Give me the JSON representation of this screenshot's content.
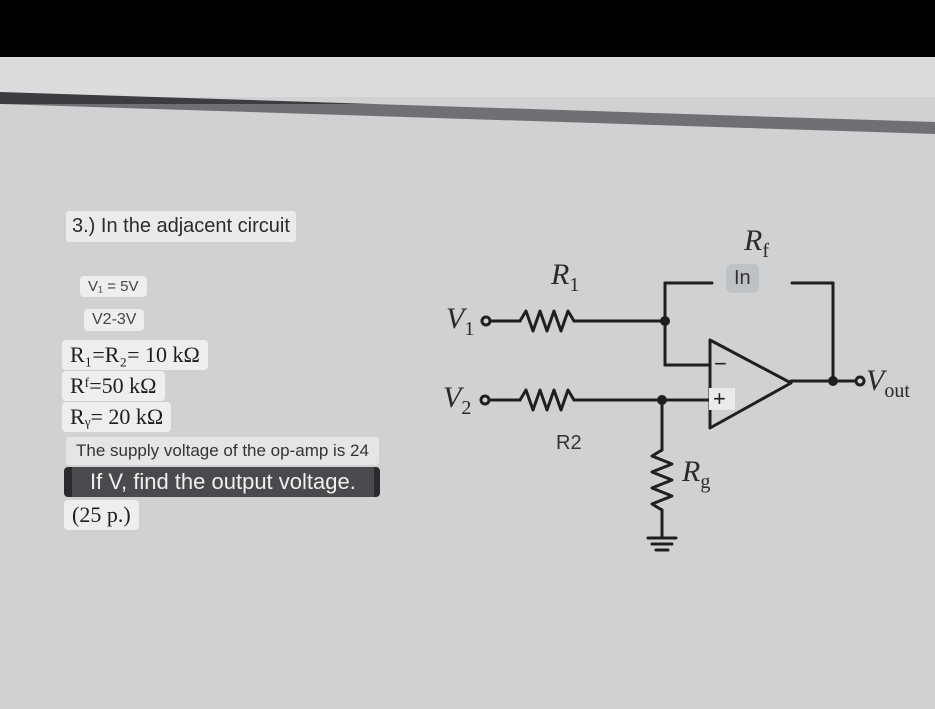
{
  "problem": {
    "title": "3.) In the adjacent circuit",
    "v1": "V₁ = 5V",
    "v2": "V2-3V",
    "r12": "R₁=R₂= 10 kΩ",
    "rf": "Rᶠ=50 kΩ",
    "rg": "Rᵧ= 20 kΩ",
    "supply": "The supply voltage of the op-amp is 24",
    "question": "If V, find the output voltage.",
    "points": "(25 p.)"
  },
  "circuit": {
    "r1": {
      "letter": "R",
      "sub": "1"
    },
    "rf": {
      "letter": "R",
      "sub": "f"
    },
    "rg": {
      "letter": "R",
      "sub": "g"
    },
    "v1": {
      "letter": "V",
      "sub": "1"
    },
    "v2": {
      "letter": "V",
      "sub": "2"
    },
    "vout": {
      "letter": "V",
      "sub": "out"
    },
    "in_tag": "In",
    "r2_tag": "R2",
    "minus": "−",
    "plus": "+"
  },
  "colors": {
    "background": "#cfd1d3",
    "top_bar": "#000000",
    "wire": "#1f1f1f"
  }
}
